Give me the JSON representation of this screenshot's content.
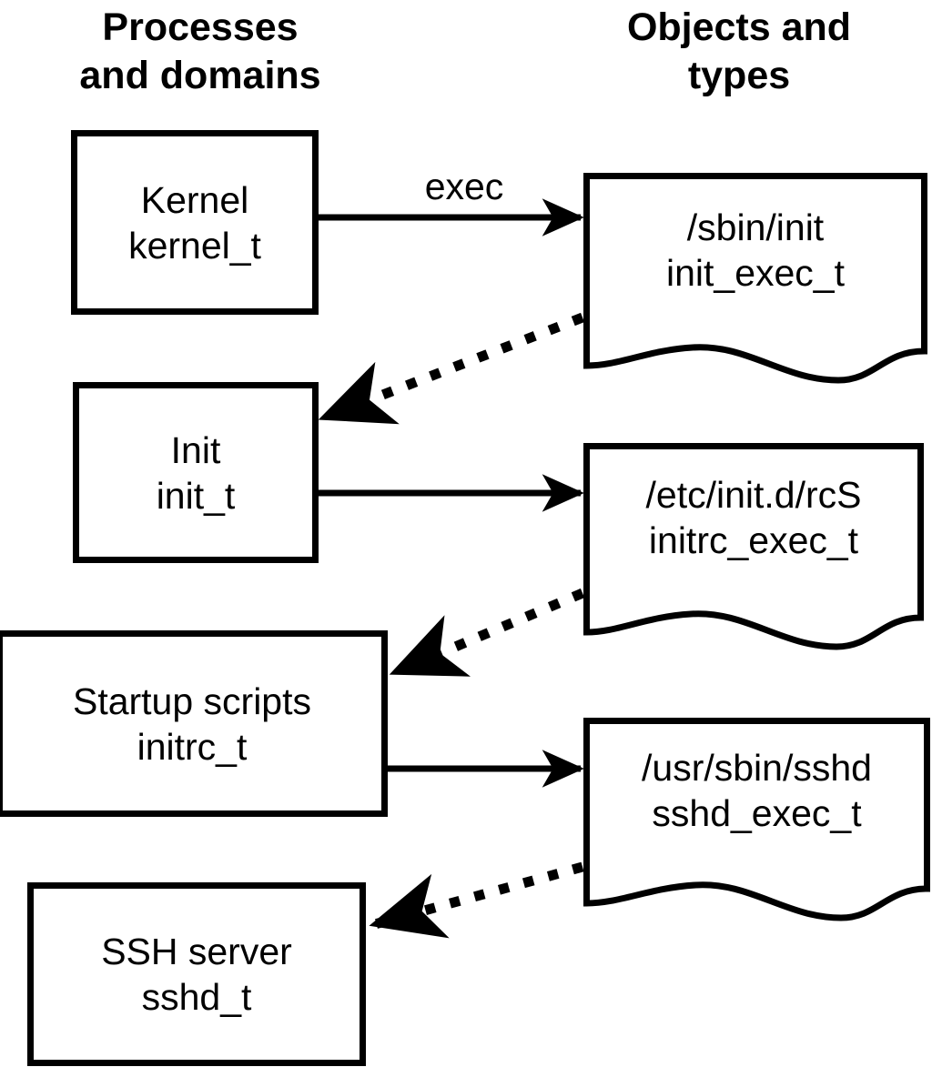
{
  "headers": {
    "left": "Processes\nand domains",
    "right": "Objects and\ntypes"
  },
  "processes": [
    {
      "name": "Kernel",
      "type": "kernel_t"
    },
    {
      "name": "Init",
      "type": "init_t"
    },
    {
      "name": "Startup scripts",
      "type": "initrc_t"
    },
    {
      "name": "SSH server",
      "type": "sshd_t"
    }
  ],
  "objects": [
    {
      "path": "/sbin/init",
      "type": "init_exec_t"
    },
    {
      "path": "/etc/init.d/rcS",
      "type": "initrc_exec_t"
    },
    {
      "path": "/usr/sbin/sshd",
      "type": "sshd_exec_t"
    }
  ],
  "edges": {
    "exec_label": "exec"
  },
  "colors": {
    "stroke": "#000000",
    "background": "#ffffff"
  }
}
